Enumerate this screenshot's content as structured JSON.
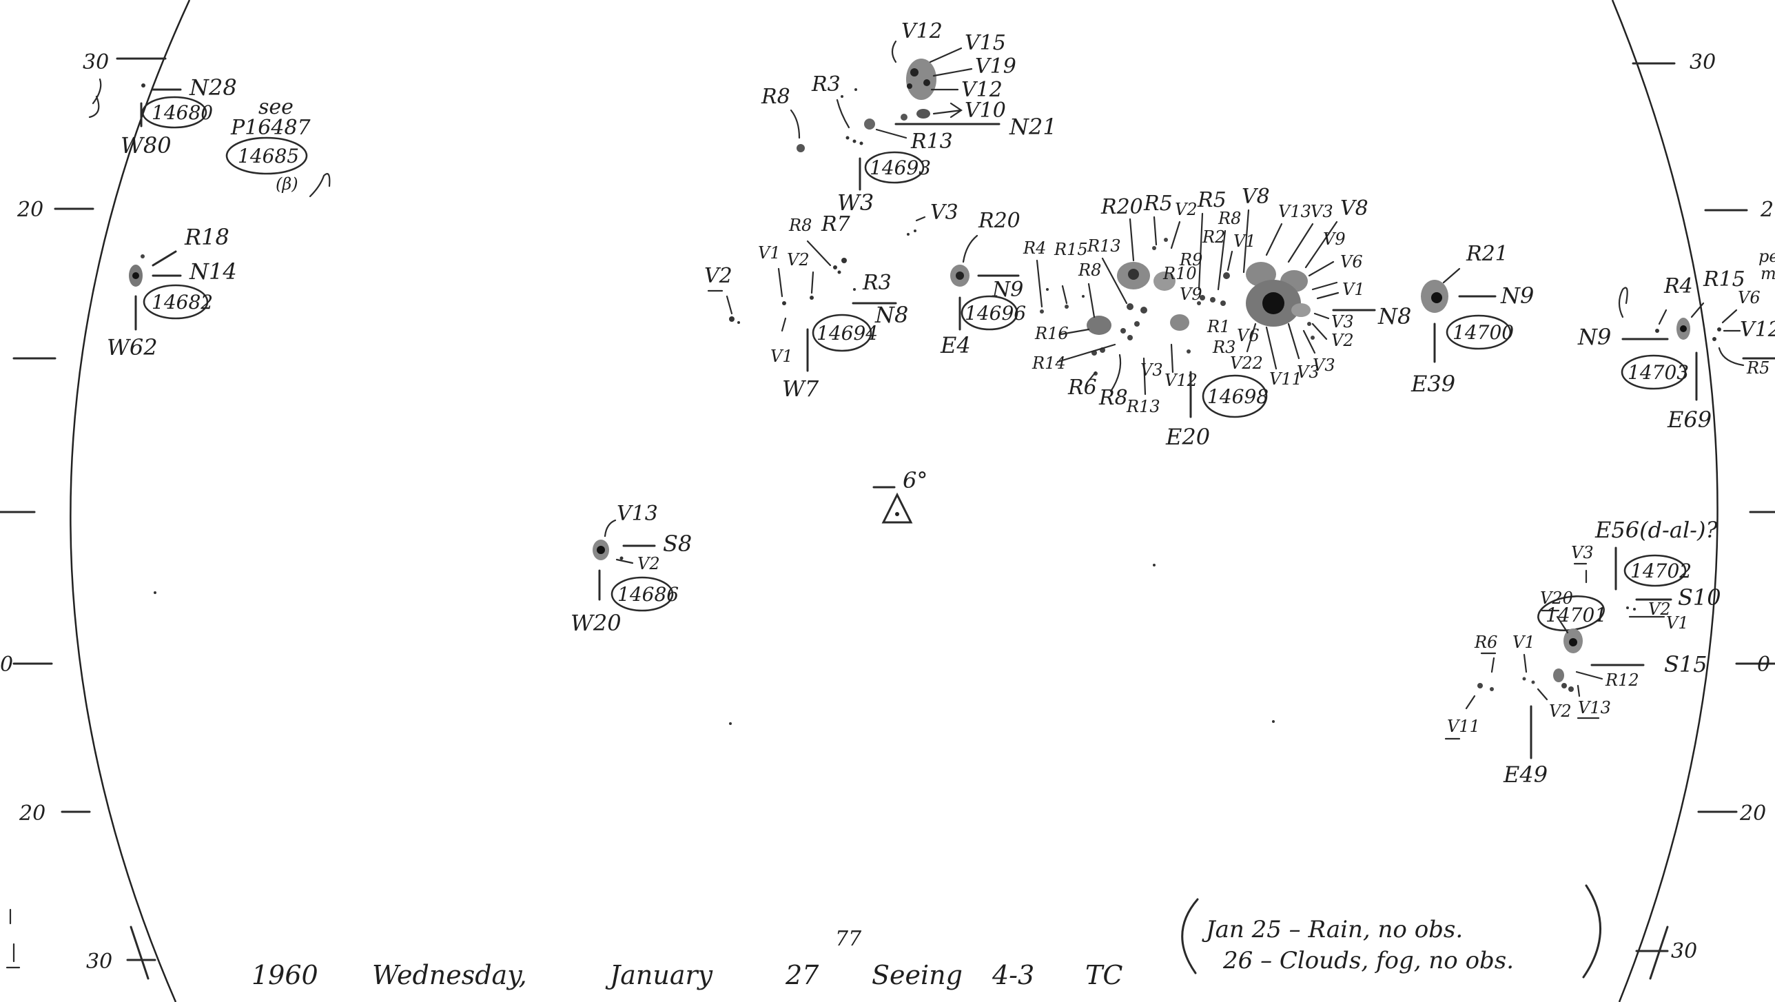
{
  "grid_ticks": {
    "left": [
      "30",
      "20",
      "0",
      "20",
      "30"
    ],
    "right": [
      "30",
      "2",
      "0",
      "20",
      "30"
    ]
  },
  "center_marker": {
    "label": "6°"
  },
  "groups": [
    {
      "id": "w80",
      "region": "14680",
      "position": "W80",
      "north": "N28",
      "notes": [
        "see",
        "P16487"
      ],
      "extra_region": "14685",
      "extra_note": "(β)"
    },
    {
      "id": "w62",
      "region": "14682",
      "position": "W62",
      "north": "N14",
      "spots": [
        "R18"
      ]
    },
    {
      "id": "w3",
      "region": "14693",
      "position": "W3",
      "north": "N21",
      "spots": [
        "V12",
        "V15",
        "V19",
        "V12",
        "V10",
        "R8",
        "R3",
        "R13"
      ]
    },
    {
      "id": "w7",
      "region": "14694",
      "position": "W7",
      "north": "N8",
      "spots": [
        "V2",
        "V1",
        "V2",
        "R8",
        "R7",
        "V3",
        "R3",
        "V1"
      ]
    },
    {
      "id": "e4",
      "region": "14696",
      "position": "E4",
      "north": "N9",
      "spots": [
        "R20"
      ]
    },
    {
      "id": "e20",
      "region": "14698",
      "position": "E20",
      "north": "N8",
      "spots": [
        "R4",
        "R15",
        "R13",
        "R20",
        "R5",
        "V2",
        "R5",
        "V8",
        "V13",
        "V3",
        "V8",
        "V1",
        "R8",
        "R2",
        "R9",
        "R10",
        "V9",
        "R1",
        "R3",
        "V6",
        "V22",
        "V11",
        "V3",
        "V3",
        "V2",
        "V3",
        "V6",
        "V9",
        "V1",
        "R8",
        "R16",
        "R14",
        "R6",
        "R8",
        "R13",
        "V3",
        "V12"
      ]
    },
    {
      "id": "e39",
      "region": "14700",
      "position": "E39",
      "north": "N9",
      "spots": [
        "R21"
      ]
    },
    {
      "id": "e69",
      "region": "14703",
      "position": "E69",
      "north": "N9",
      "spots": [
        "R4",
        "R15",
        "V6",
        "V12",
        "R5"
      ]
    },
    {
      "id": "w20",
      "region": "14686",
      "position": "W20",
      "south": "S8",
      "spots": [
        "V13",
        "V2"
      ]
    },
    {
      "id": "e56",
      "region": "14702",
      "position": "E56(d-al-)?",
      "south": "S10",
      "spots": [
        "V3",
        "V2",
        "V1"
      ]
    },
    {
      "id": "e49",
      "region": "14701",
      "position": "E49",
      "south": "S15",
      "spots": [
        "R6",
        "V1",
        "V20",
        "R12",
        "V13",
        "V2",
        "V11"
      ]
    }
  ],
  "footer": {
    "year": "1960",
    "weekday": "Wednesday,",
    "month": "January",
    "day": "27",
    "time": "77",
    "seeing_label": "Seeing",
    "seeing_value": "4-3",
    "observer": "TC"
  },
  "notes": {
    "line1": "Jan 25 – Rain, no obs.",
    "line2": "26 – Clouds, fog, no obs."
  },
  "edge_fragments": [
    "pe",
    "m"
  ]
}
